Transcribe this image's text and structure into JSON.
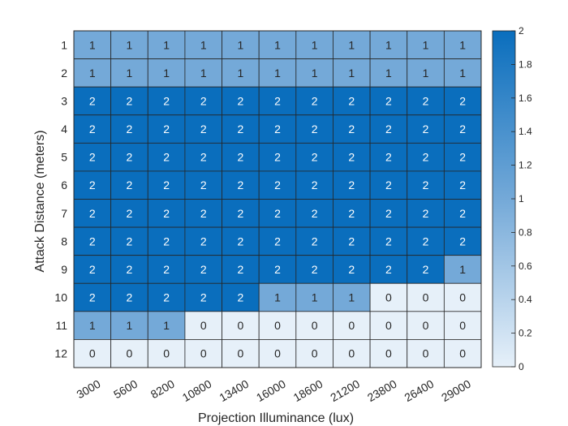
{
  "chart_data": {
    "type": "heatmap",
    "xlabel": "Projection Illuminance (lux)",
    "ylabel": "Attack Distance (meters)",
    "x_categories": [
      "3000",
      "5600",
      "8200",
      "10800",
      "13400",
      "16000",
      "18600",
      "21200",
      "23800",
      "26400",
      "29000"
    ],
    "y_categories": [
      "1",
      "2",
      "3",
      "4",
      "5",
      "6",
      "7",
      "8",
      "9",
      "10",
      "11",
      "12"
    ],
    "values": [
      [
        1,
        1,
        1,
        1,
        1,
        1,
        1,
        1,
        1,
        1,
        1
      ],
      [
        1,
        1,
        1,
        1,
        1,
        1,
        1,
        1,
        1,
        1,
        1
      ],
      [
        2,
        2,
        2,
        2,
        2,
        2,
        2,
        2,
        2,
        2,
        2
      ],
      [
        2,
        2,
        2,
        2,
        2,
        2,
        2,
        2,
        2,
        2,
        2
      ],
      [
        2,
        2,
        2,
        2,
        2,
        2,
        2,
        2,
        2,
        2,
        2
      ],
      [
        2,
        2,
        2,
        2,
        2,
        2,
        2,
        2,
        2,
        2,
        2
      ],
      [
        2,
        2,
        2,
        2,
        2,
        2,
        2,
        2,
        2,
        2,
        2
      ],
      [
        2,
        2,
        2,
        2,
        2,
        2,
        2,
        2,
        2,
        2,
        2
      ],
      [
        2,
        2,
        2,
        2,
        2,
        2,
        2,
        2,
        2,
        2,
        1
      ],
      [
        2,
        2,
        2,
        2,
        2,
        1,
        1,
        1,
        0,
        0,
        0
      ],
      [
        1,
        1,
        1,
        0,
        0,
        0,
        0,
        0,
        0,
        0,
        0
      ],
      [
        0,
        0,
        0,
        0,
        0,
        0,
        0,
        0,
        0,
        0,
        0
      ]
    ],
    "color_range": [
      0,
      2
    ],
    "colorbar_ticks": [
      "0",
      "0.2",
      "0.4",
      "0.6",
      "0.8",
      "1",
      "1.2",
      "1.4",
      "1.6",
      "1.8",
      "2"
    ],
    "colors": {
      "low": "#e6f0f9",
      "mid": "#74a9d8",
      "high": "#0a6ebd"
    },
    "legend_placement": "right"
  }
}
